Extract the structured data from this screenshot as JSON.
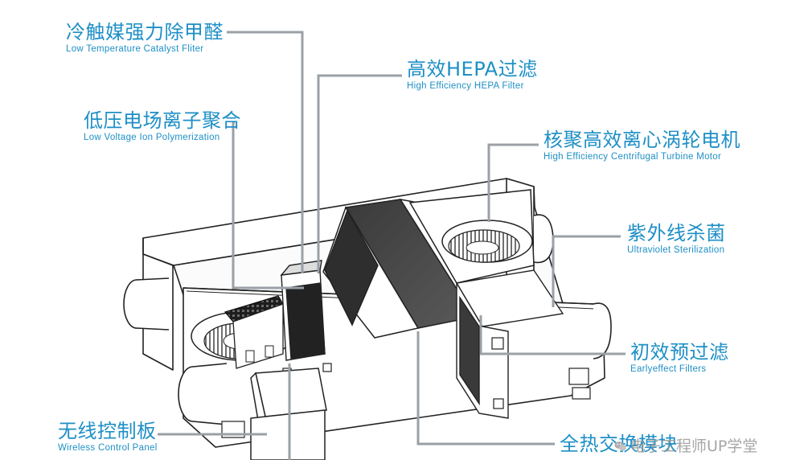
{
  "colors": {
    "label": "#1e8fc6",
    "leader": "#9aa0a6",
    "outline": "#222222",
    "filter": "#4a4a4a",
    "watermark": "#969696"
  },
  "callouts": {
    "catalyst": {
      "cn": "冷触媒强力除甲醛",
      "en": "Low Temperature Catalyst Fliter"
    },
    "hepa": {
      "cn": "高效HEPA过滤",
      "en": "High Efficiency HEPA Filter"
    },
    "ion": {
      "cn": "低压电场离子聚合",
      "en": "Low Voltage Ion Polymerization"
    },
    "motor": {
      "cn": "核聚高效离心涡轮电机",
      "en": "High Efficiency Centrifugal Turbine Motor"
    },
    "uv": {
      "cn": "紫外线杀菌",
      "en": "Ultraviolet Sterilization"
    },
    "early": {
      "cn": "初效预过滤",
      "en": "Earlyeffect Filters"
    },
    "panel": {
      "cn": "无线控制板",
      "en": "Wireless Control Panel"
    },
    "exchange": {
      "cn": "全热交换模块"
    }
  },
  "watermark": {
    "text": "电子工程师UP学堂",
    "icon": "wechat-icon"
  }
}
